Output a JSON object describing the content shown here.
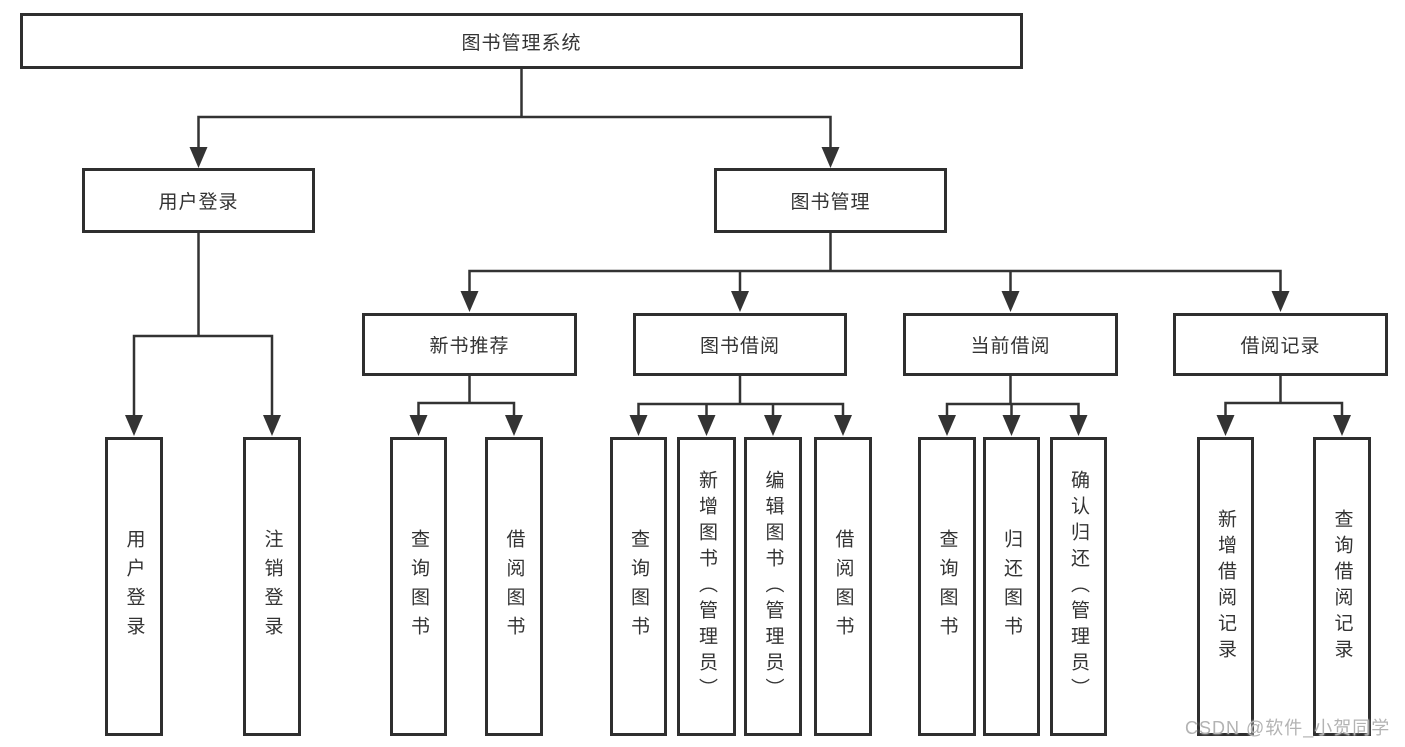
{
  "diagram": {
    "root": {
      "label": "图书管理系统"
    },
    "user_branch": {
      "label": "用户登录",
      "children": [
        {
          "label": "用户登录"
        },
        {
          "label": "注销登录"
        }
      ]
    },
    "book_branch": {
      "label": "图书管理",
      "groups": [
        {
          "label": "新书推荐",
          "children": [
            {
              "label": "查询图书"
            },
            {
              "label": "借阅图书"
            }
          ]
        },
        {
          "label": "图书借阅",
          "children": [
            {
              "label": "查询图书"
            },
            {
              "label": "新增图书（管理员）"
            },
            {
              "label": "编辑图书（管理员）"
            },
            {
              "label": "借阅图书"
            }
          ]
        },
        {
          "label": "当前借阅",
          "children": [
            {
              "label": "查询图书"
            },
            {
              "label": "归还图书"
            },
            {
              "label": "确认归还（管理员）"
            }
          ]
        },
        {
          "label": "借阅记录",
          "children": [
            {
              "label": "新增借阅记录"
            },
            {
              "label": "查询借阅记录"
            }
          ]
        }
      ]
    },
    "colors": {
      "line": "#333333",
      "box_border": "#2f2f2f",
      "text": "#333333",
      "background": "#ffffff"
    }
  },
  "watermark": {
    "text": "CSDN @软件_小贺同学",
    "color": "#b3b3b3"
  }
}
